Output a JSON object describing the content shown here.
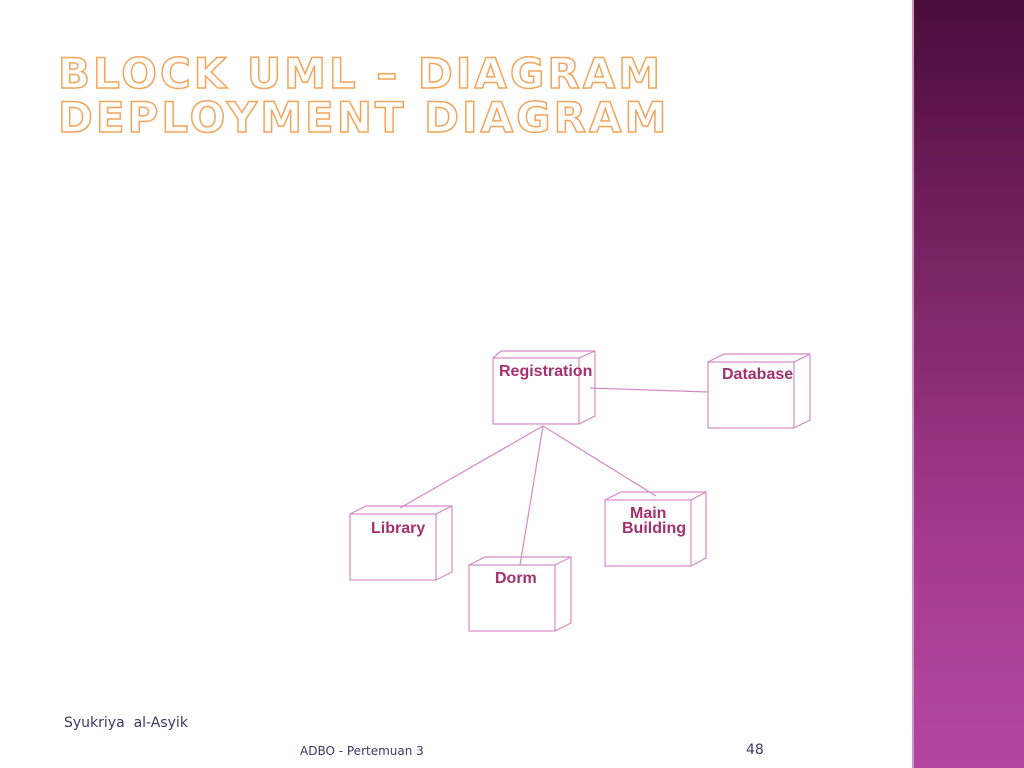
{
  "slide": {
    "title_line1": "Block UML – Diagram",
    "title_line2": "Deployment Diagram"
  },
  "diagram": {
    "nodes": {
      "registration": "Registration",
      "database": "Database",
      "library": "Library",
      "dorm": "Dorm",
      "main_building_line1": "Main",
      "main_building_line2": "Building"
    }
  },
  "footer": {
    "author": "Syukriya  al-Asyik",
    "course": "ADBO - Pertemuan 3",
    "page": "48"
  },
  "colors": {
    "node_stroke": "#d58ac7",
    "label": "#a3306f",
    "title_outline": "#f2a55a",
    "sidebar_top": "#4a0c3a",
    "sidebar_bottom": "#b347a0"
  }
}
